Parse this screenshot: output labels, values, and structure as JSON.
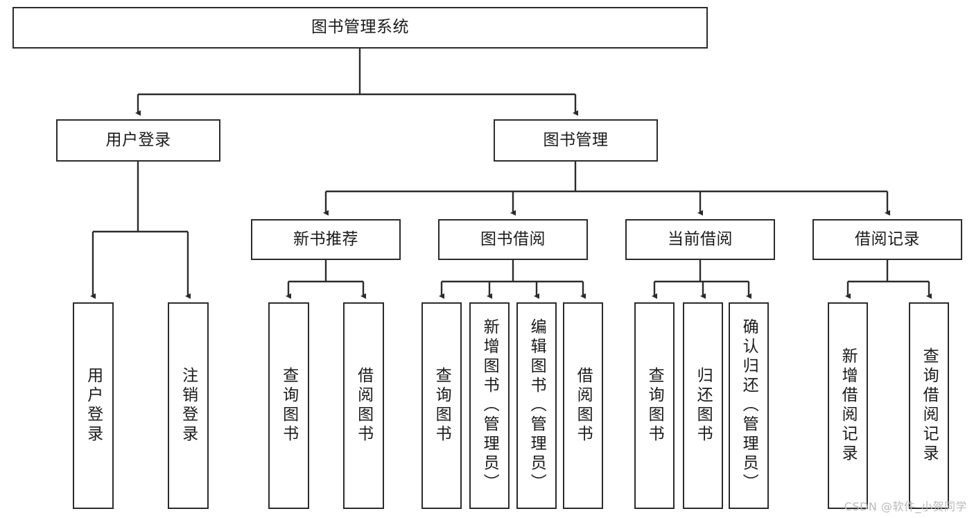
{
  "diagram": {
    "title": "图书管理系统",
    "watermark": "CSDN @软件_小贺同学",
    "line_color": "#2b2b2b",
    "background": "#ffffff",
    "text_color": "#1a1a1a",
    "root": {
      "label": "图书管理系统"
    },
    "level2": [
      {
        "label": "用户登录"
      },
      {
        "label": "图书管理"
      }
    ],
    "level3": [
      {
        "label": "新书推荐"
      },
      {
        "label": "图书借阅"
      },
      {
        "label": "当前借阅"
      },
      {
        "label": "借阅记录"
      }
    ],
    "leaves": {
      "user_login": [
        {
          "label": "用户登录"
        },
        {
          "label": "注销登录"
        }
      ],
      "new_book_recommend": [
        {
          "label": "查询图书"
        },
        {
          "label": "借阅图书"
        }
      ],
      "book_borrow": [
        {
          "label": "查询图书"
        },
        {
          "label": "新增图书（管理员）"
        },
        {
          "label": "编辑图书（管理员）"
        },
        {
          "label": "借阅图书"
        }
      ],
      "current_borrow": [
        {
          "label": "查询图书"
        },
        {
          "label": "归还图书"
        },
        {
          "label": "确认归还（管理员）"
        }
      ],
      "borrow_record": [
        {
          "label": "新增借阅记录"
        },
        {
          "label": "查询借阅记录"
        }
      ]
    }
  }
}
